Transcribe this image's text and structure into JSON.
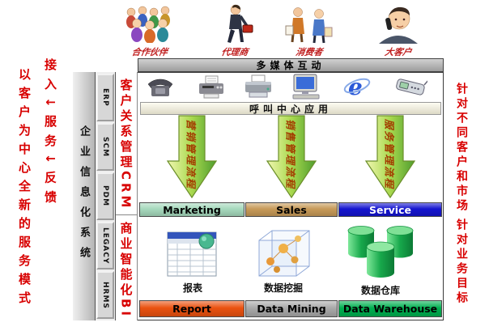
{
  "colors": {
    "red_text": "#d80000",
    "gray_bar": "#b2b2b2",
    "arrow_text": "#a33c00",
    "actor_label": "#c02020"
  },
  "left_panel": {
    "flow_text": "接入↓服务↓反馈",
    "slogan_text": "以客户为中心全新的服务模式"
  },
  "actors": [
    {
      "label": "合作伙伴"
    },
    {
      "label": "代理商"
    },
    {
      "label": "消费者"
    },
    {
      "label": "大客户"
    }
  ],
  "enterprise_bar": {
    "label": "企业信息化系统"
  },
  "system_modules": [
    {
      "label": "ERP"
    },
    {
      "label": "SCM"
    },
    {
      "label": "PDM"
    },
    {
      "label": "LEGACY"
    },
    {
      "label": "HRMS"
    }
  ],
  "multimedia_bar": {
    "label": "多媒体互动"
  },
  "channel_icons": [
    "telephone-icon",
    "fax-icon",
    "printer-icon",
    "computer-icon",
    "browser-icon",
    "mobile-phone-icon"
  ],
  "call_center_bar": {
    "label": "呼叫中心应用"
  },
  "crm_section": {
    "title": "客户关系管理CRM",
    "processes": [
      {
        "arrow_label": "营销管理流程",
        "bar_label": "Marketing",
        "bar_bg": "#a6d9bd",
        "bar_fg": "#000000"
      },
      {
        "arrow_label": "销售管理流程",
        "bar_label": "Sales",
        "bar_bg": "#c79a58",
        "bar_fg": "#000000"
      },
      {
        "arrow_label": "服务管理流程",
        "bar_label": "Service",
        "bar_bg": "#1515cf",
        "bar_fg": "#ffffff"
      }
    ]
  },
  "bi_section": {
    "title": "商业智能化BI",
    "items": [
      {
        "caption": "报表",
        "bar_label": "Report",
        "bar_bg": "#ea5210",
        "bar_fg": "#000000"
      },
      {
        "caption": "数据挖掘",
        "bar_label": "Data Mining",
        "bar_bg": "#a9a9a9",
        "bar_fg": "#000000"
      },
      {
        "caption": "数据仓库",
        "bar_label": "Data Warehouse",
        "bar_bg": "#00b050",
        "bar_fg": "#000000"
      }
    ]
  },
  "right_panel": {
    "top_text": "针对不同客户和市场",
    "bottom_text": "针对业务目标"
  }
}
